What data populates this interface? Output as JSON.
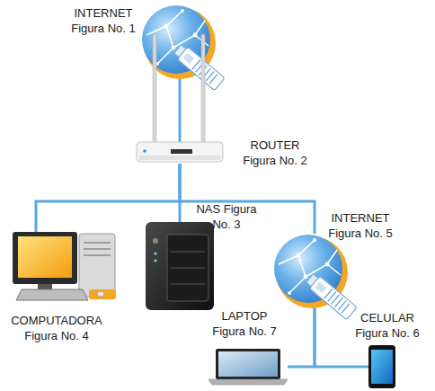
{
  "diagram": {
    "nodes": [
      {
        "text": [
          "INTERNET Figura No. 1"
        ]
      },
      {
        "text": [
          "ROUTER Figura No. 2"
        ]
      },
      {
        "text": [
          "NAS Figura No. 3"
        ]
      },
      {
        "text": [
          "INTERNET Figura No. 5"
        ]
      },
      {
        "text": [
          "COMPUTADORA Figura No. 4"
        ]
      },
      {
        "text": [
          "LAPTOP Figura No. 7"
        ]
      },
      {
        "text": [
          "CELULAR Figura No. 6"
        ]
      }
    ],
    "edges": [
      {
        "from": 0,
        "to": 1,
        "arrow": "none"
      },
      {
        "from": 1,
        "to": 4,
        "arrow": "none"
      },
      {
        "from": 1,
        "to": 2,
        "arrow": "none"
      },
      {
        "from": 1,
        "to": 3,
        "arrow": "none"
      },
      {
        "from": 3,
        "to": 5,
        "arrow": "none"
      },
      {
        "from": 3,
        "to": 6,
        "arrow": "none"
      }
    ]
  }
}
